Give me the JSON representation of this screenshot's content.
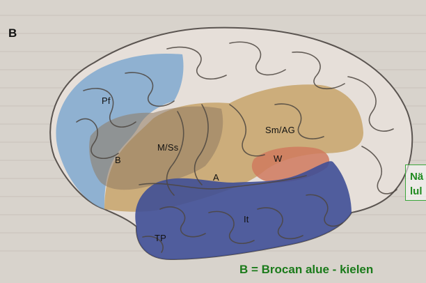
{
  "figure": {
    "panel_letter": "B",
    "regions": [
      {
        "id": "pf",
        "label": "Pf"
      },
      {
        "id": "b",
        "label": "B"
      },
      {
        "id": "mss",
        "label": "M/Ss"
      },
      {
        "id": "smag",
        "label": "Sm/AG"
      },
      {
        "id": "w",
        "label": "W"
      },
      {
        "id": "a",
        "label": "A"
      },
      {
        "id": "it",
        "label": "It"
      },
      {
        "id": "tp",
        "label": "TP"
      }
    ],
    "callout": {
      "line1": "Nä",
      "line2": "lul"
    },
    "caption": "B = Brocan alue - kielen"
  },
  "colors": {
    "background": "#d8d3cc",
    "brain": "#e6dfd9",
    "blue_region": "#7fa9cf",
    "tan_region": "#c7a46a",
    "red_region": "#cf7a5e",
    "navy_region": "#3f4f96",
    "caption_green": "#1a7a1a"
  }
}
